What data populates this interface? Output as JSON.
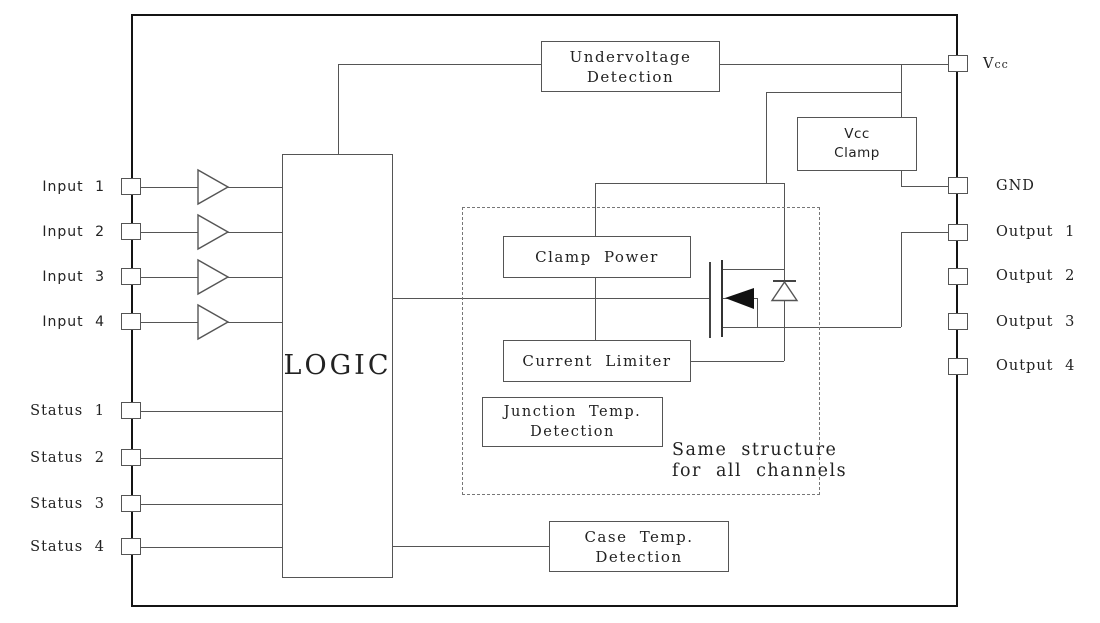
{
  "pins": {
    "left": [
      {
        "label": "Input 1"
      },
      {
        "label": "Input 2"
      },
      {
        "label": "Input 3"
      },
      {
        "label": "Input 4"
      },
      {
        "label": "Status 1"
      },
      {
        "label": "Status 2"
      },
      {
        "label": "Status 3"
      },
      {
        "label": "Status 4"
      }
    ],
    "right": [
      {
        "label": "V",
        "sub": "cc"
      },
      {
        "label": "GND"
      },
      {
        "label": "Output 1"
      },
      {
        "label": "Output 2"
      },
      {
        "label": "Output 3"
      },
      {
        "label": "Output 4"
      }
    ]
  },
  "blocks": {
    "logic": {
      "label": "LOGIC"
    },
    "undervoltage_detection": {
      "line1": "Undervoltage",
      "line2": "Detection"
    },
    "vcc_clamp": {
      "line1": "Vcc",
      "line2": "Clamp"
    },
    "clamp_power": {
      "label": "Clamp Power"
    },
    "current_limiter": {
      "label": "Current Limiter"
    },
    "junction_temp_detection": {
      "line1": "Junction Temp.",
      "line2": "Detection"
    },
    "case_temp_detection": {
      "line1": "Case Temp.",
      "line2": "Detection"
    }
  },
  "annotation": {
    "line1": "Same structure",
    "line2": "for all channels"
  },
  "colors": {
    "wire": "#555555",
    "border": "#141414",
    "dashed": "#777777",
    "text": "#222222"
  }
}
